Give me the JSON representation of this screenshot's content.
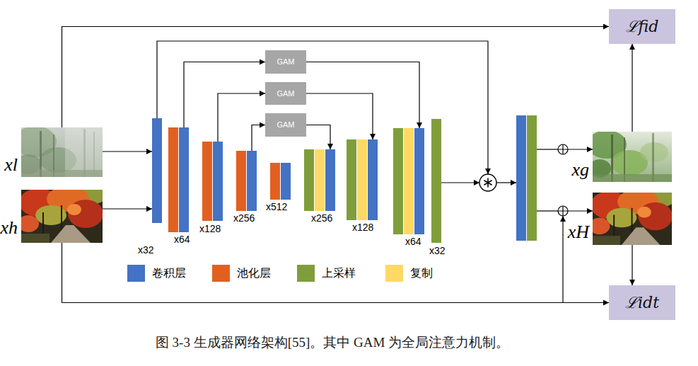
{
  "diagram": {
    "caption": "图 3-3 生成器网络架构[55]。其中 GAM 为全局注意力机制。",
    "nodes": [
      {
        "text": [
          "xl"
        ]
      },
      {
        "text": [
          "xh"
        ]
      },
      {
        "text": [
          "x32"
        ]
      },
      {
        "text": [
          "x64"
        ]
      },
      {
        "text": [
          "x128"
        ]
      },
      {
        "text": [
          "x256"
        ]
      },
      {
        "text": [
          "x512"
        ]
      },
      {
        "text": [
          "GAM"
        ]
      },
      {
        "text": [
          "GAM"
        ]
      },
      {
        "text": [
          "GAM"
        ]
      },
      {
        "text": [
          "x256"
        ]
      },
      {
        "text": [
          "x128"
        ]
      },
      {
        "text": [
          "x64"
        ]
      },
      {
        "text": [
          "x32"
        ]
      },
      {
        "text": [
          "xg"
        ]
      },
      {
        "text": [
          "xH"
        ]
      },
      {
        "text": [
          "ℒfid"
        ]
      },
      {
        "text": [
          "ℒidt"
        ]
      }
    ],
    "edges": [
      {
        "from": 0,
        "to": 16,
        "arrow": "to"
      },
      {
        "from": 0,
        "to": 2,
        "arrow": "to"
      },
      {
        "from": 1,
        "to": 2,
        "arrow": "to"
      },
      {
        "from": 3,
        "to": 7,
        "arrow": "to"
      },
      {
        "from": 7,
        "to": 12,
        "arrow": "to"
      },
      {
        "from": 4,
        "to": 8,
        "arrow": "to"
      },
      {
        "from": 8,
        "to": 11,
        "arrow": "to"
      },
      {
        "from": 5,
        "to": 9,
        "arrow": "to"
      },
      {
        "from": 9,
        "to": 10,
        "arrow": "to"
      },
      {
        "from": 14,
        "to": 16,
        "arrow": "to"
      },
      {
        "from": 15,
        "to": 17,
        "arrow": "to"
      },
      {
        "from": 1,
        "to": 17,
        "arrow": "to"
      }
    ],
    "legend": [
      {
        "text": "卷积层",
        "color": "#4472C4"
      },
      {
        "text": "池化层",
        "color": "#E2601F"
      },
      {
        "text": "上采样",
        "color": "#7F9E3B"
      },
      {
        "text": "复制",
        "color": "#FFD966"
      }
    ]
  }
}
